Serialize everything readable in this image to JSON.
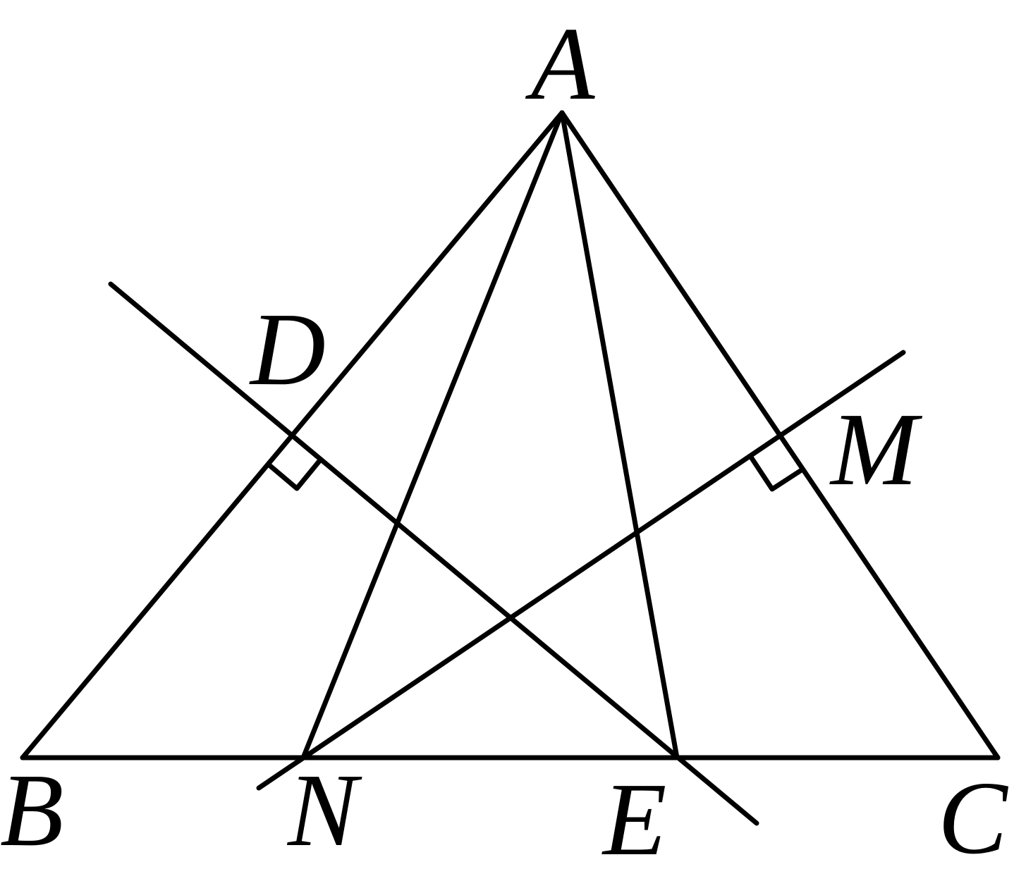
{
  "diagram": {
    "labels": {
      "A": "A",
      "B": "B",
      "C": "C",
      "D": "D",
      "E": "E",
      "M": "M",
      "N": "N"
    },
    "colors": {
      "stroke": "#000000",
      "background": "#ffffff"
    }
  }
}
